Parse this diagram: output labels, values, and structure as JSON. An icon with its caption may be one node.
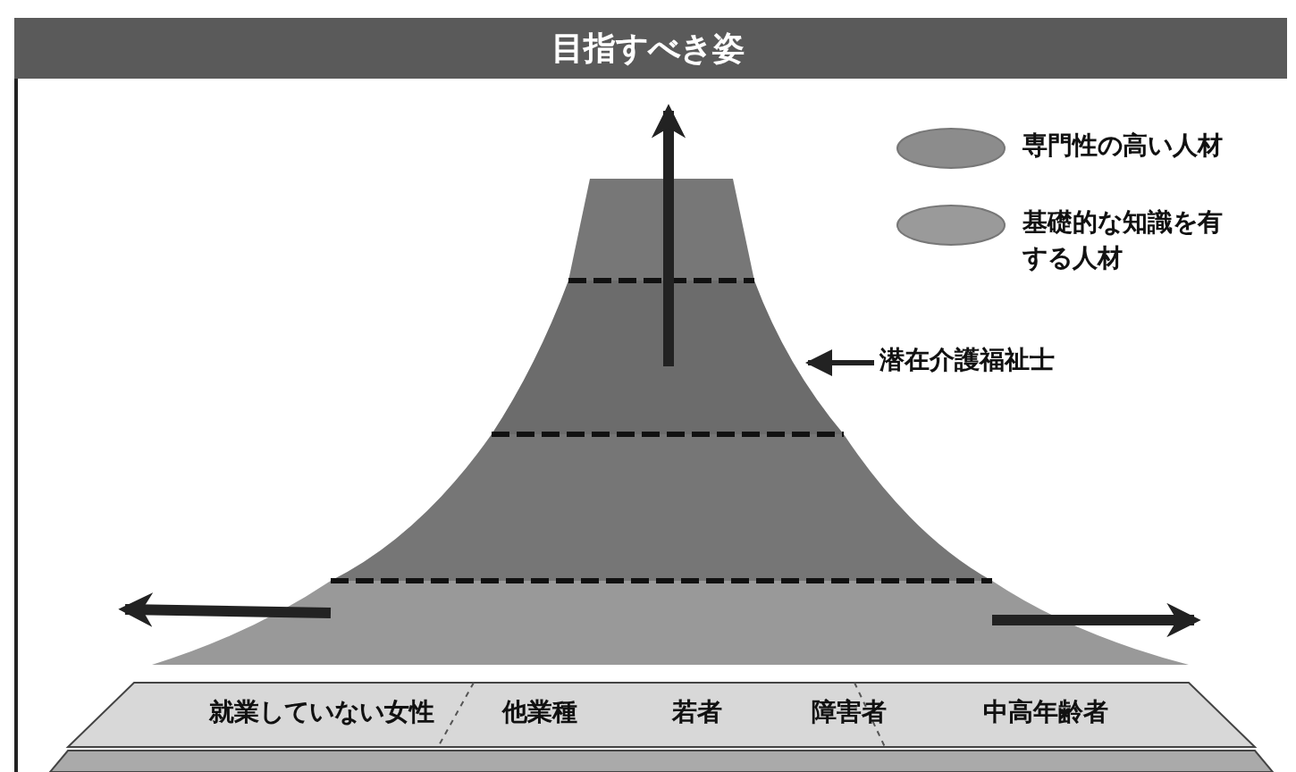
{
  "diagram": {
    "title": "目指すべき姿",
    "nodes": [
      {
        "text": [
          "潜在介護福祉士"
        ]
      },
      {
        "text": [],
        "shape": "band"
      }
    ],
    "edges": [
      {
        "from": 0,
        "to": 1,
        "arrow": "to"
      }
    ],
    "labels": [
      "就業していない女性",
      "他業種",
      "若者",
      "障害者",
      "中高年齢者"
    ],
    "legend": [
      {
        "text": "専門性の高い人材",
        "color": "#8c8c8c"
      },
      {
        "text": "基礎的な知識を有する人材",
        "color": "#9a9a9a"
      }
    ]
  }
}
